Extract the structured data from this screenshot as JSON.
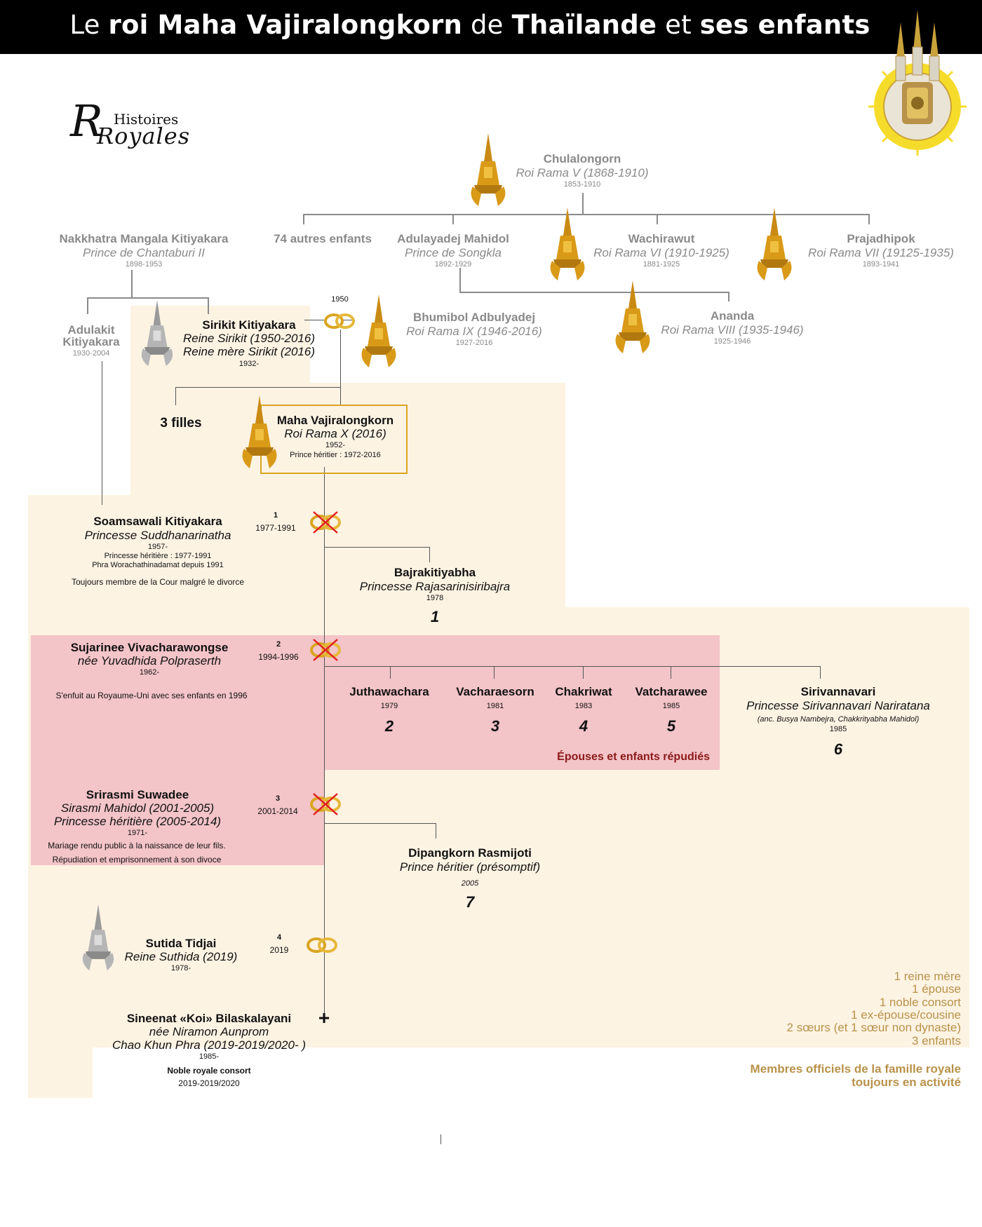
{
  "header": {
    "title_pre": "Le ",
    "title_b1": "roi Maha Vajiralongkorn",
    "title_mid1": " de ",
    "title_b2": "Thaïlande",
    "title_mid2": " et ",
    "title_b3": "ses enfants"
  },
  "logo": {
    "line1": "Histoires",
    "line2": "Royales"
  },
  "colors": {
    "cream": "#fdf3e3",
    "pink": "#f3c4c8",
    "gold": "#d4a017",
    "legend": "#b8924a",
    "repudiated": "#8b1a1a"
  },
  "people": {
    "chulalongkorn": {
      "name": "Chulalongorn",
      "title": "Roi Rama V (1868-1910)",
      "years": "1853-1910"
    },
    "nakkhatra": {
      "name": "Nakkhatra Mangala Kitiyakara",
      "title": "Prince de Chantaburi II",
      "years": "1898-1953"
    },
    "others": {
      "name": "74 autres enfants"
    },
    "adulayadej": {
      "name": "Adulayadej Mahidol",
      "title": "Prince de Songkla",
      "years": "1892-1929"
    },
    "wachirawut": {
      "name": "Wachirawut",
      "title": "Roi Rama VI (1910-1925)",
      "years": "1881-1925"
    },
    "prajadhipok": {
      "name": "Prajadhipok",
      "title": "Roi Rama VII (19125-1935)",
      "years": "1893-1941"
    },
    "adulakit": {
      "name1": "Adulakit",
      "name2": "Kitiyakara",
      "years": "1930-2004"
    },
    "sirikit": {
      "name": "Sirikit Kitiyakara",
      "title1": "Reine Sirikit (1950-2016)",
      "title2": "Reine mère Sirikit (2016)",
      "years": "1932-"
    },
    "marriage_year": "1950",
    "bhumibol": {
      "name": "Bhumibol Adbulyadej",
      "title": "Roi Rama IX (1946-2016)",
      "years": "1927-2016"
    },
    "ananda": {
      "name": "Ananda",
      "title": "Roi Rama VIII (1935-1946)",
      "years": "1925-1946"
    },
    "daughters": {
      "name": "3 filles"
    },
    "vajiralongkorn": {
      "name": "Maha Vajiralongkorn",
      "title": "Roi Rama X (2016)",
      "years": "1952-",
      "heir": "Prince héritier : 1972-2016"
    },
    "soamsawali": {
      "name": "Soamsawali Kitiyakara",
      "title": "Princesse Suddhanarinatha",
      "years": "1957-",
      "line1": "Princesse héritière : 1977-1991",
      "line2": "Phra Worachathinadamat  depuis 1991",
      "note": "Toujours membre de la Cour malgré le divorce"
    },
    "m1": {
      "num": "1",
      "years": "1977-1991"
    },
    "bajrakitiyabha": {
      "name": "Bajrakitiyabha",
      "title": "Princesse Rajasarinisiribajra",
      "years": "1978",
      "num": "1"
    },
    "sujarinee": {
      "name": "Sujarinee Vivacharawongse",
      "title": "née Yuvadhida Polpraserth",
      "years": "1962-",
      "note": "S'enfuit au Royaume-Uni avec ses enfants en 1996"
    },
    "m2": {
      "num": "2",
      "years": "1994-1996"
    },
    "juthawachara": {
      "name": "Juthawachara",
      "years": "1979",
      "num": "2"
    },
    "vacharaesorn": {
      "name": "Vacharaesorn",
      "years": "1981",
      "num": "3"
    },
    "chakriwat": {
      "name": "Chakriwat",
      "years": "1983",
      "num": "4"
    },
    "vatcharawee": {
      "name": "Vatcharawee",
      "years": "1985",
      "num": "5"
    },
    "sirivannavari": {
      "name": "Sirivannavari",
      "title": "Princesse Sirivannavari Nariratana",
      "anc": "(anc. Busya Nambejra, Chakkrityabha Mahidol)",
      "years": "1985",
      "num": "6"
    },
    "repudiated_label": "Épouses et enfants répudiés",
    "srirasmi": {
      "name": "Srirasmi Suwadee",
      "title1": "Sirasmi Mahidol (2001-2005)",
      "title2": "Princesse héritière (2005-2014)",
      "years": "1971-",
      "note1": "Mariage rendu public à la naissance de leur fils.",
      "note2": "Répudiation et emprisonnement à son divoce"
    },
    "m3": {
      "num": "3",
      "years": "2001-2014"
    },
    "dipangkorn": {
      "name": "Dipangkorn Rasmijoti",
      "title": "Prince héritier (présomptif)",
      "years": "2005",
      "num": "7"
    },
    "sutida": {
      "name": "Sutida Tidjai",
      "title": "Reine Suthida (2019)",
      "years": "1978-"
    },
    "m4": {
      "num": "4",
      "years": "2019"
    },
    "sineenat": {
      "name": "Sineenat «Koi» Bilaskalayani",
      "title1": "née Niramon Aunprom",
      "title2": "Chao Khun Phra (2019-2019/2020- )",
      "years": "1985-",
      "note_b": "Noble royale consort",
      "note": "2019-2019/2020"
    },
    "plus": "+"
  },
  "legend": {
    "lines": [
      "1 reine mère",
      "1 épouse",
      "1 noble consort",
      "1 ex-épouse/cousine",
      "2 sœurs (et 1 sœur non dynaste)",
      "3 enfants"
    ],
    "footer1": "Membres officiels de la famille royale",
    "footer2": "toujours en activité"
  }
}
